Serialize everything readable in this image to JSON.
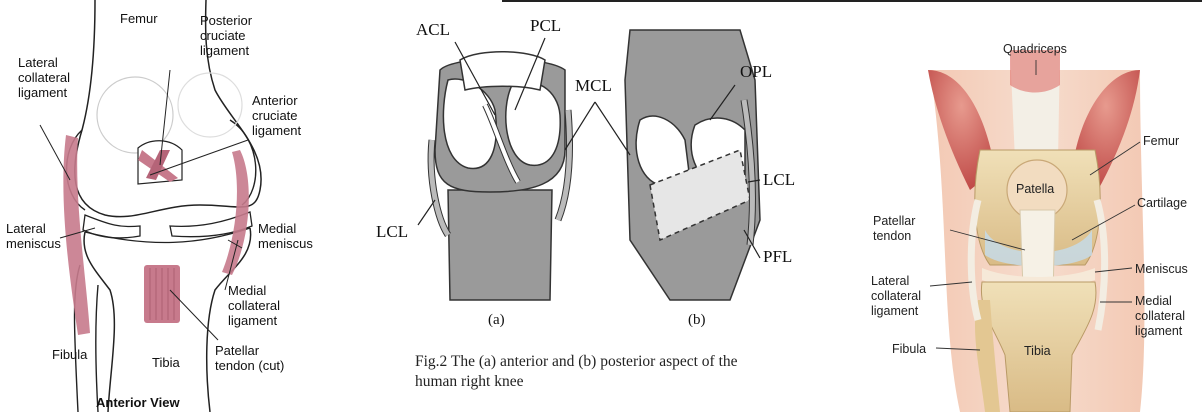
{
  "panel1": {
    "labels": {
      "femur": "Femur",
      "posterior_cruciate": "Posterior\ncruciate\nligament",
      "lateral_collateral": "Lateral\ncollateral\nligament",
      "anterior_cruciate": "Anterior\ncruciate\nligament",
      "lateral_meniscus": "Lateral\nmeniscus",
      "medial_meniscus": "Medial\nmeniscus",
      "medial_collateral": "Medial\ncollateral\nligament",
      "fibula": "Fibula",
      "tibia": "Tibia",
      "patellar_tendon": "Patellar\ntendon (cut)",
      "view_title": "Anterior View"
    },
    "colors": {
      "ligament": "#c77a8c",
      "bone_outline": "#222222"
    }
  },
  "panel2": {
    "labels": {
      "acl": "ACL",
      "pcl": "PCL",
      "mcl": "MCL",
      "opl": "OPL",
      "lcl_left": "LCL",
      "lcl_right": "LCL",
      "pfl": "PFL",
      "sub_a": "(a)",
      "sub_b": "(b)"
    },
    "caption_line1": "Fig.2 The (a) anterior and (b) posterior aspect of the",
    "caption_line2": "human right knee",
    "colors": {
      "bone": "#9a9a9a",
      "cartilage": "#ffffff"
    }
  },
  "panel3": {
    "labels": {
      "quadriceps": "Quadriceps",
      "femur": "Femur",
      "patella": "Patella",
      "cartilage": "Cartilage",
      "patellar_tendon": "Patellar\ntendon",
      "meniscus": "Meniscus",
      "lateral_collateral": "Lateral\ncollateral\nligament",
      "medial_collateral": "Medial\ncollateral\nligament",
      "tibia": "Tibia",
      "fibula": "Fibula"
    },
    "colors": {
      "muscle": "#c8605a",
      "bone": "#e8d2a8",
      "tendon": "#f3efe6"
    }
  }
}
